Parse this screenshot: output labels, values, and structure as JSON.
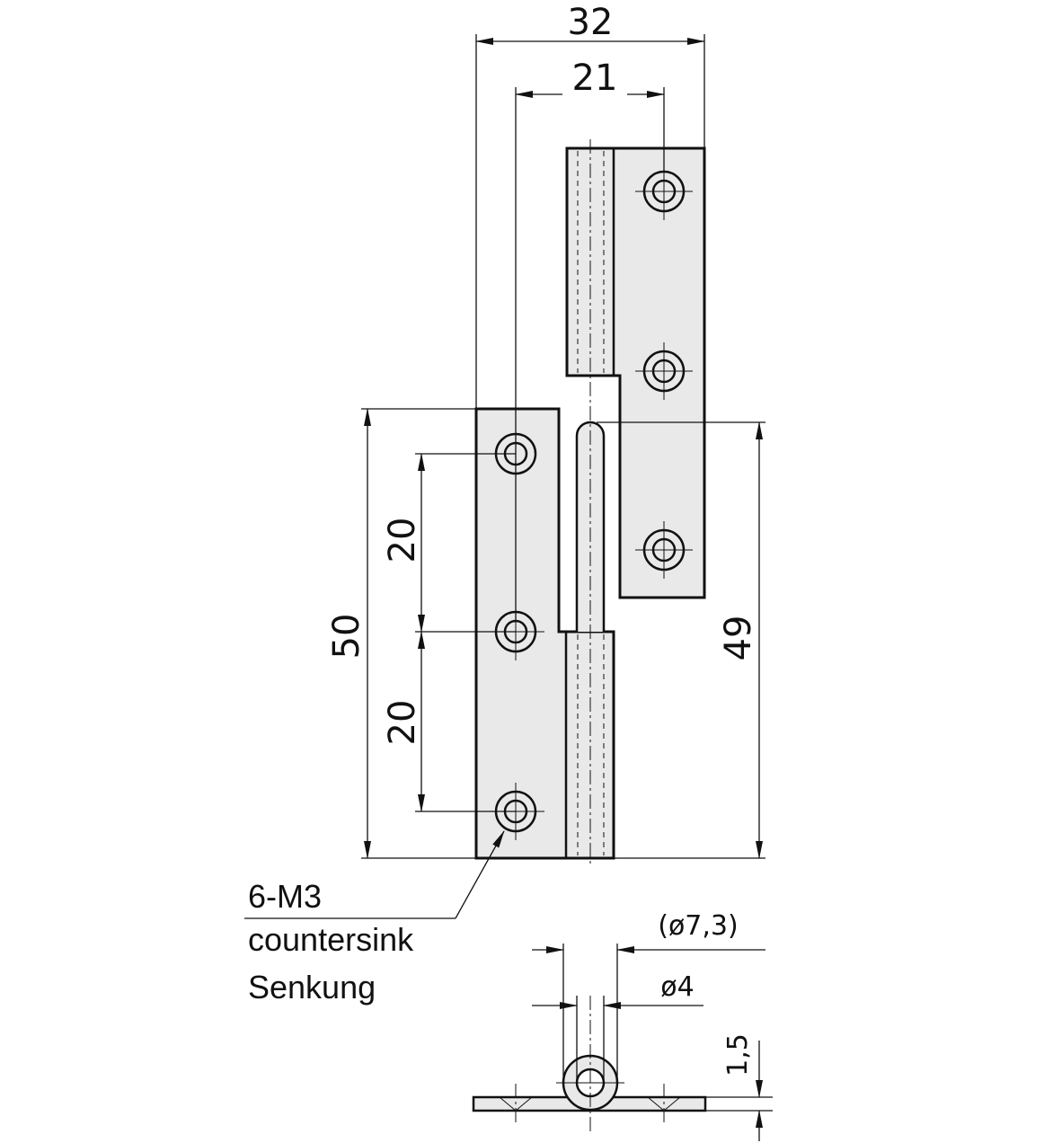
{
  "dimensions": {
    "overall_width": "32",
    "hole_spacing_width": "21",
    "left_leaf_height": "50",
    "hole_pitch_upper": "20",
    "hole_pitch_lower": "20",
    "right_leaf_height": "49",
    "knuckle_outer_diameter": "(ø7,3)",
    "pin_diameter": "ø4",
    "leaf_thickness": "1,5"
  },
  "note": {
    "hole_spec": "6-M3",
    "label_en": "countersink",
    "label_de": "Senkung"
  }
}
